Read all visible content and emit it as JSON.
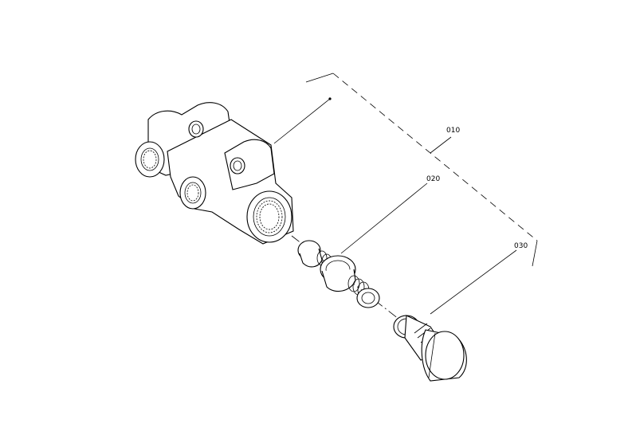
{
  "callouts": [
    {
      "id": "010",
      "text": "010"
    },
    {
      "id": "020",
      "text": "020"
    },
    {
      "id": "030",
      "text": "030"
    }
  ]
}
